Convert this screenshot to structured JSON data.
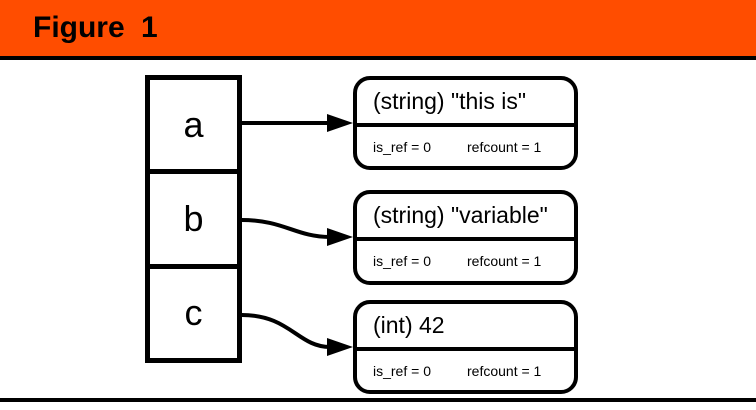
{
  "header": {
    "title": "Figure 1",
    "accent_color": "#FF4D00"
  },
  "variables": [
    {
      "label": "a"
    },
    {
      "label": "b"
    },
    {
      "label": "c"
    }
  ],
  "zvals": [
    {
      "value_text": "(string) \"this is\"",
      "is_ref_label": "is_ref = 0",
      "refcount_label": "refcount = 1"
    },
    {
      "value_text": "(string) \"variable\"",
      "is_ref_label": "is_ref = 0",
      "refcount_label": "refcount = 1"
    },
    {
      "value_text": "(int) 42",
      "is_ref_label": "is_ref = 0",
      "refcount_label": "refcount = 1"
    }
  ]
}
